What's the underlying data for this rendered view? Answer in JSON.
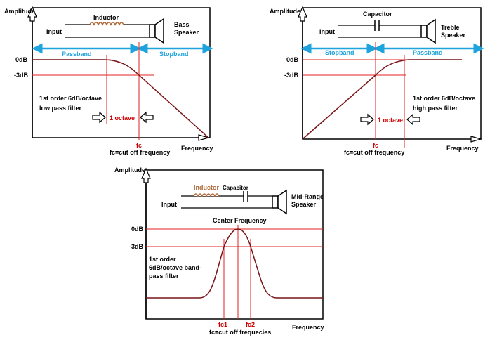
{
  "axis_labels": {
    "amplitude": "Amplitude",
    "frequency": "Frequency"
  },
  "levels": {
    "zero_db": "0dB",
    "minus3_db": "-3dB"
  },
  "components": {
    "inductor": "Inductor",
    "capacitor": "Capacitor",
    "input": "Input"
  },
  "lowpass": {
    "speaker": [
      "Bass",
      "Speaker"
    ],
    "passband": "Passband",
    "stopband": "Stopband",
    "desc": [
      "1st order 6dB/octave",
      "low pass filter"
    ],
    "octave": "1 octave",
    "fc": "fc",
    "fc_note": "fc=cut off frequency"
  },
  "highpass": {
    "speaker": [
      "Treble",
      "Speaker"
    ],
    "stopband": "Stopband",
    "passband": "Passband",
    "desc": [
      "1st order 6dB/octave",
      "high pass filter"
    ],
    "octave": "1 octave",
    "fc": "fc",
    "fc_note": "fc=cut off frequency"
  },
  "bandpass": {
    "speaker": [
      "Mid-Range",
      "Speaker"
    ],
    "center": "Center Frequency",
    "desc": [
      "1st order",
      "6dB/octave band-",
      "pass filter"
    ],
    "fc1": "fc1",
    "fc2": "fc2",
    "fc_note": "fc=cut off frequecies"
  },
  "colors": {
    "curve": "#7a1418",
    "marker": "#e02020",
    "band_arrow": "#1fa3dd",
    "inductor": "#b06a3a"
  }
}
